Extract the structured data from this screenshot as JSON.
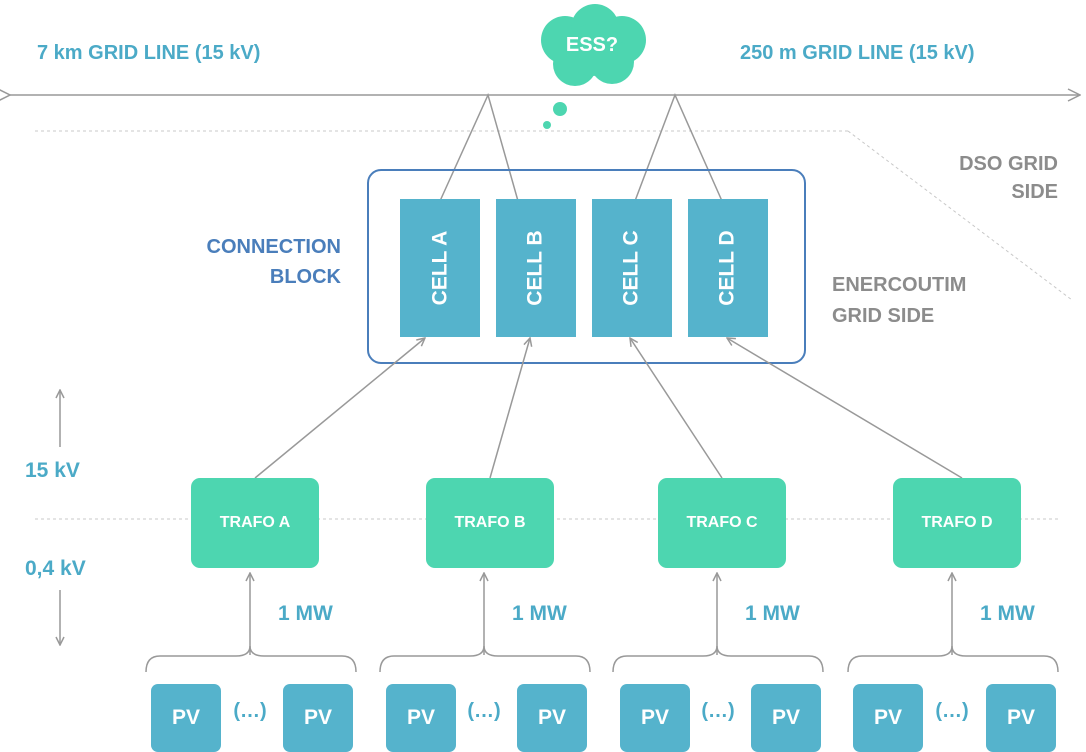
{
  "grid_lines": {
    "left": "7 km GRID LINE (15 kV)",
    "right": "250 m GRID LINE (15 kV)"
  },
  "ess_bubble": "ESS?",
  "dso_side": {
    "line1": "DSO GRID",
    "line2": "SIDE"
  },
  "enercoutim_side": {
    "line1": "ENERCOUTIM",
    "line2": "GRID SIDE"
  },
  "connection_block": {
    "line1": "CONNECTION",
    "line2": "BLOCK"
  },
  "cells": [
    "CELL A",
    "CELL B",
    "CELL C",
    "CELL D"
  ],
  "voltage": {
    "high": "15 kV",
    "low": "0,4 kV"
  },
  "trafos": [
    "TRAFO A",
    "TRAFO B",
    "TRAFO C",
    "TRAFO D"
  ],
  "power": [
    "1 MW",
    "1 MW",
    "1 MW",
    "1 MW"
  ],
  "pv_groups": [
    {
      "first": "PV",
      "ellipsis": "(…)",
      "last": "PV"
    },
    {
      "first": "PV",
      "ellipsis": "(…)",
      "last": "PV"
    },
    {
      "first": "PV",
      "ellipsis": "(…)",
      "last": "PV"
    },
    {
      "first": "PV",
      "ellipsis": "(…)",
      "last": "PV"
    }
  ],
  "colors": {
    "cell": "#55B3CC",
    "trafo": "#4DD6B0",
    "label_teal": "#4BAAC7",
    "label_grey": "#8C8C8C",
    "label_blue": "#4A7EBB",
    "line": "#999999"
  }
}
